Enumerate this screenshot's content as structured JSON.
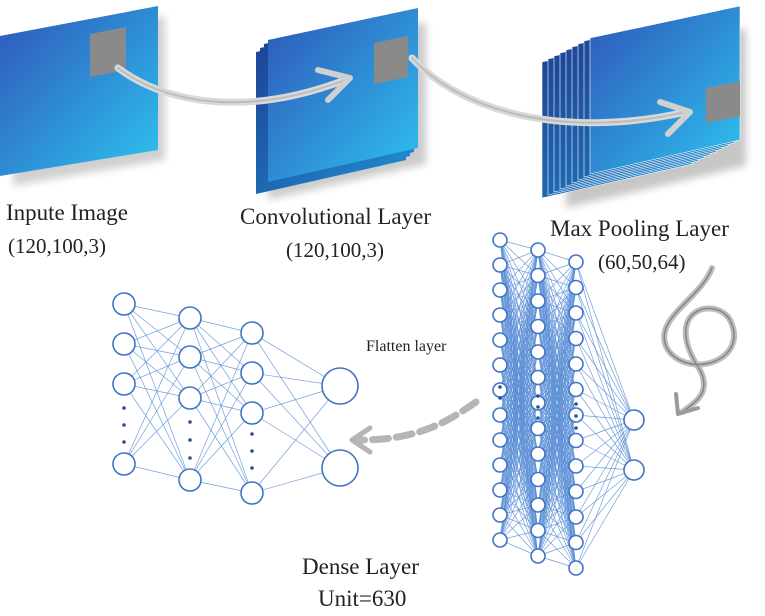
{
  "labels": {
    "input_title": "Inpute Image",
    "input_shape": "(120,100,3)",
    "conv_title": "Convolutional Layer",
    "conv_shape": "(120,100,3)",
    "pool_title": "Max Pooling Layer",
    "pool_shape": "(60,50,64)",
    "flatten": "Flatten layer",
    "dense_title": "Dense Layer",
    "dense_units": "Unit=630"
  },
  "colors": {
    "plane_dark": "#2f55b8",
    "plane_light": "#2ec3f0",
    "kernel": "#8a8a8a",
    "node_stroke": "#3f74c6",
    "edge": "#5b8fd6",
    "arrow": "#c8c8c8"
  },
  "icons": {
    "flow_arrow": "curved-arrow-icon",
    "loop_arrow": "loop-arrow-icon",
    "dashed_arrow": "dashed-arrow-icon"
  }
}
